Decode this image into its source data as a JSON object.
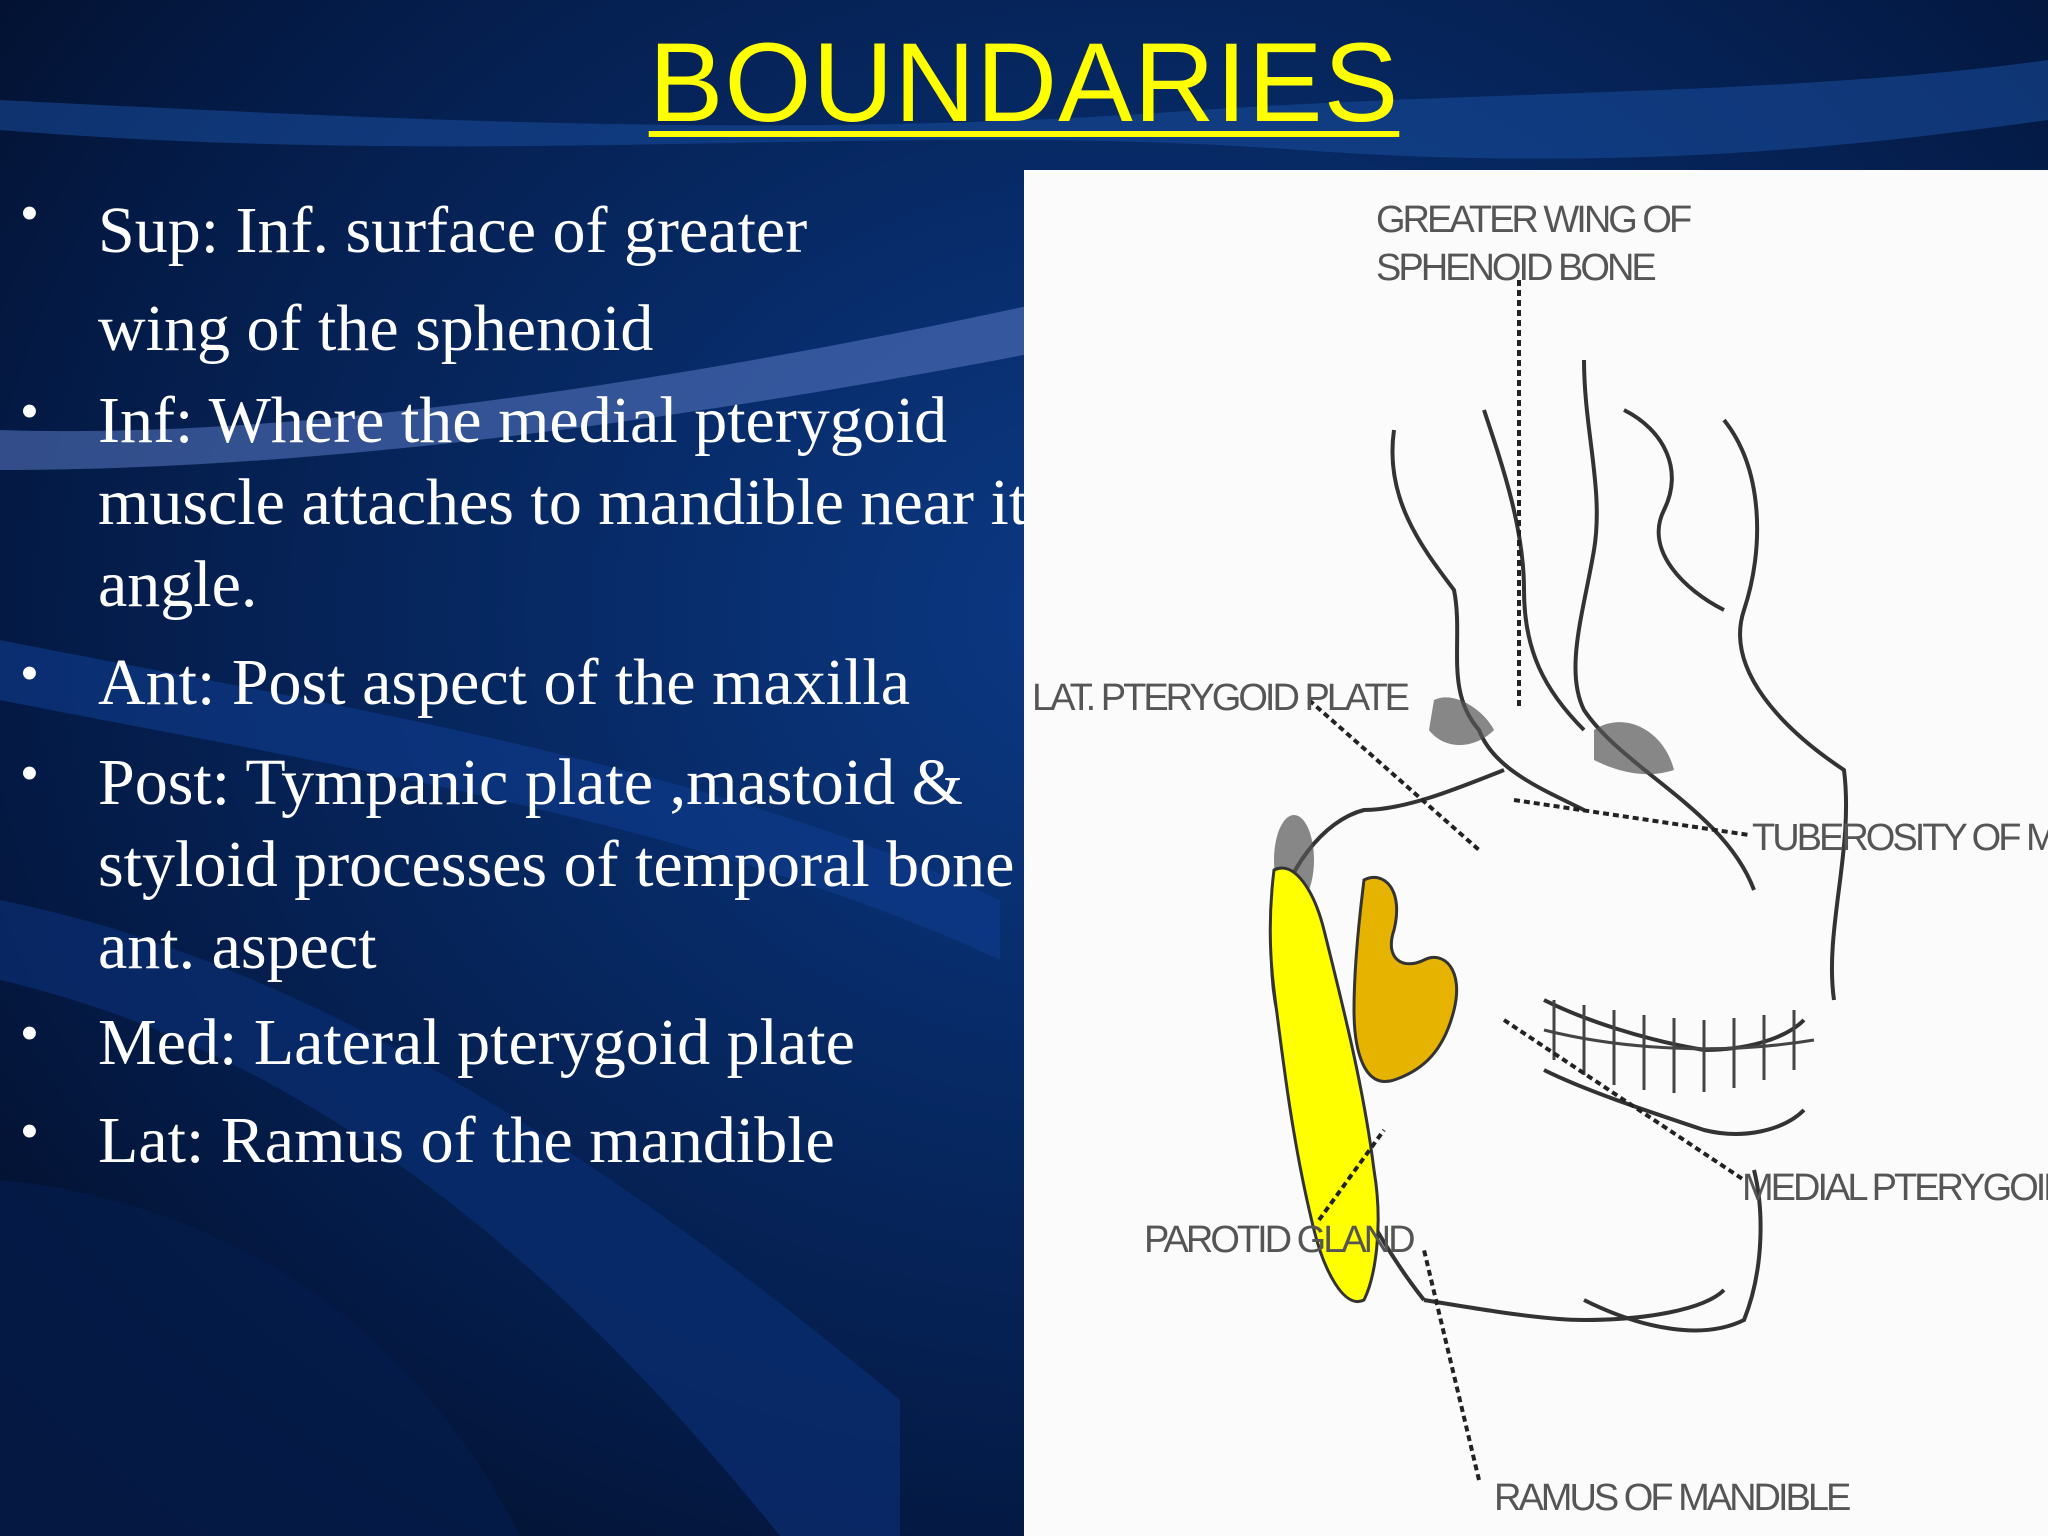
{
  "title": "BOUNDARIES",
  "bullets": [
    {
      "marker": "•",
      "lines": [
        "Sup: Inf. surface of greater",
        "wing of the sphenoid"
      ]
    },
    {
      "marker": "•",
      "lines": [
        "Inf: Where the medial pterygoid",
        "muscle attaches to mandible near its",
        "angle."
      ]
    },
    {
      "marker": "•",
      "lines": [
        "Ant: Post aspect of the maxilla"
      ]
    },
    {
      "marker": "•",
      "lines": [
        "Post: Tympanic plate ,mastoid &",
        "styloid processes of temporal bone",
        "ant. aspect"
      ]
    },
    {
      "marker": "•",
      "lines": [
        "Med: Lateral pterygoid plate"
      ]
    },
    {
      "marker": "•",
      "lines": [
        "Lat: Ramus of the mandible"
      ]
    }
  ],
  "figure": {
    "labels": {
      "greater_wing_1": "GREATER WING OF",
      "greater_wing_2": "SPHENOID BONE",
      "lat_pterygoid_plate": "LAT. PTERYGOID PLATE",
      "tuberosity": "TUBEROSITY OF MAXILLA",
      "medial_pterygoid": "MEDIAL PTERYGOID M.",
      "parotid": "PAROTID GLAND",
      "ramus": "RAMUS OF MANDIBLE"
    },
    "colors": {
      "parotid_fill": "#ffff00",
      "medial_pterygoid_fill": "#e6b400"
    }
  },
  "theme": {
    "title_color": "#ffff00",
    "text_color": "#ffffff",
    "background": "#072a66"
  }
}
